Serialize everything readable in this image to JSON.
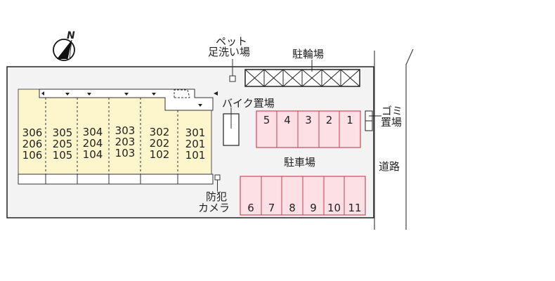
{
  "compass": {
    "label": "N",
    "icon": "north-arrow-icon"
  },
  "labels": {
    "pet_wash": [
      "ペット",
      "足洗い場"
    ],
    "bicycle_parking": "駐輪場",
    "motorcycle_parking": "バイク置場",
    "garbage": [
      "ゴミ",
      "置場"
    ],
    "parking_lot": "駐車場",
    "road": "道路",
    "security_camera": [
      "防犯",
      "カメラ"
    ]
  },
  "building": {
    "columns": [
      {
        "units": [
          "306",
          "206",
          "106"
        ]
      },
      {
        "units": [
          "305",
          "205",
          "105"
        ]
      },
      {
        "units": [
          "304",
          "204",
          "104"
        ]
      },
      {
        "units": [
          "303",
          "203",
          "103"
        ]
      },
      {
        "units": [
          "302",
          "202",
          "102"
        ]
      },
      {
        "units": [
          "301",
          "201",
          "101"
        ]
      }
    ]
  },
  "parking": {
    "top_row": [
      "5",
      "4",
      "3",
      "2",
      "1"
    ],
    "bottom_row": [
      "6",
      "7",
      "8",
      "9",
      "10",
      "11"
    ]
  },
  "colors": {
    "site_bg": "#f3f3f3",
    "building_fill": "#fdf5cc",
    "parking_fill": "#fde0e6",
    "parking_border": "#d0485a",
    "line": "#222222"
  }
}
